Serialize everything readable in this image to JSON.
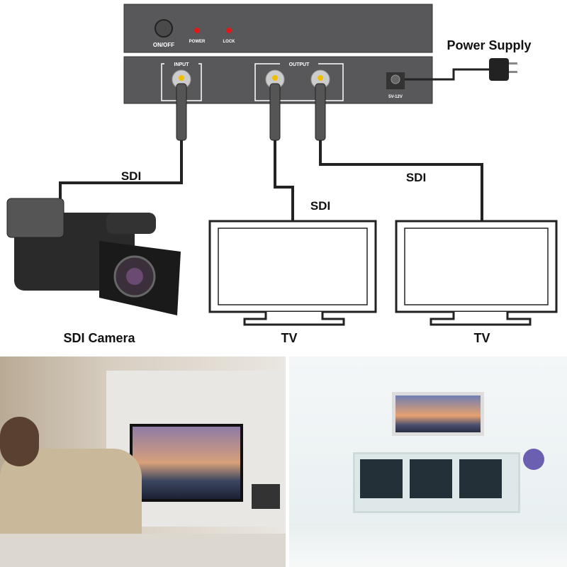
{
  "device": {
    "front": {
      "button_label": "ON/OFF",
      "led1_label": "POWER",
      "led2_label": "LOCK"
    },
    "rear": {
      "input_label": "INPUT",
      "output_label": "OUTPUT",
      "power_label": "5V-12V"
    }
  },
  "labels": {
    "power_supply": "Power Supply",
    "sdi_1": "SDI",
    "sdi_2": "SDI",
    "sdi_3": "SDI",
    "camera": "SDI Camera",
    "tv_1": "TV",
    "tv_2": "TV"
  },
  "colors": {
    "panel": "#58585a",
    "led": "#e01818",
    "cable": "#222222"
  }
}
